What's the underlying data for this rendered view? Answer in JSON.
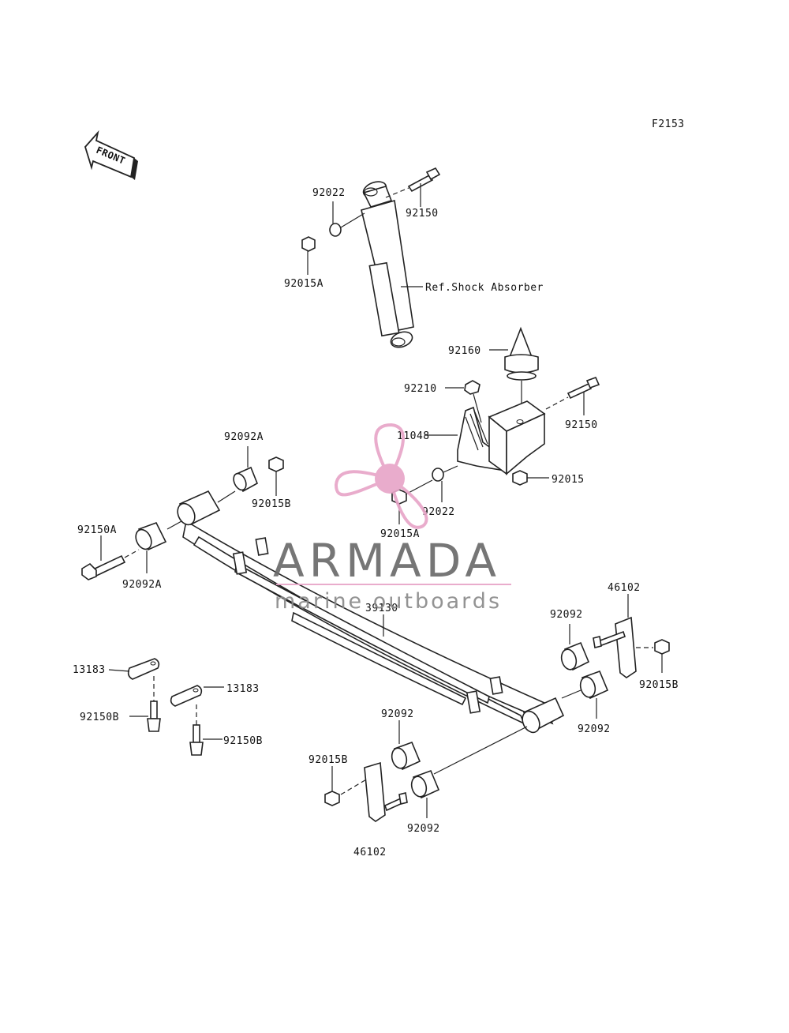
{
  "figure_code": "F2153",
  "front_label": "FRONT",
  "labels": {
    "shock_washer": "92022",
    "shock_bolt": "92150",
    "shock_nut": "92015A",
    "shock_ref": "Ref.Shock Absorber",
    "bump_stop": "92160",
    "bracket_nut": "92210",
    "bracket": "11048",
    "bracket_bolt": "92150",
    "bracket_nut_lower": "92015",
    "bracket_washer": "92022",
    "bracket_bolt_nut": "92015A",
    "front_bushing_top": "92092A",
    "front_nut": "92015B",
    "front_bolt": "92150A",
    "front_bushing_bottom": "92092A",
    "leaf_spring": "39130",
    "rear_shackle_right": "46102",
    "rear_bushing_right_top": "92092",
    "rear_nut_right": "92015B",
    "rear_bushing_right_bottom": "92092",
    "clip_left": "13183",
    "clip_bolt_left": "92150B",
    "clip_right": "13183",
    "clip_bolt_right": "92150B",
    "rear_bushing_left_top": "92092",
    "rear_nut_left": "92015B",
    "rear_bushing_left_bottom": "92092",
    "rear_shackle_left": "46102"
  },
  "watermark": {
    "title": "ARMADA",
    "subtitle": "marine outboards",
    "colors": {
      "propeller": "#e8a6c8",
      "title": "#6b6b6b",
      "subtitle": "#8a8a8a",
      "rule": "#e8a6c8"
    }
  }
}
